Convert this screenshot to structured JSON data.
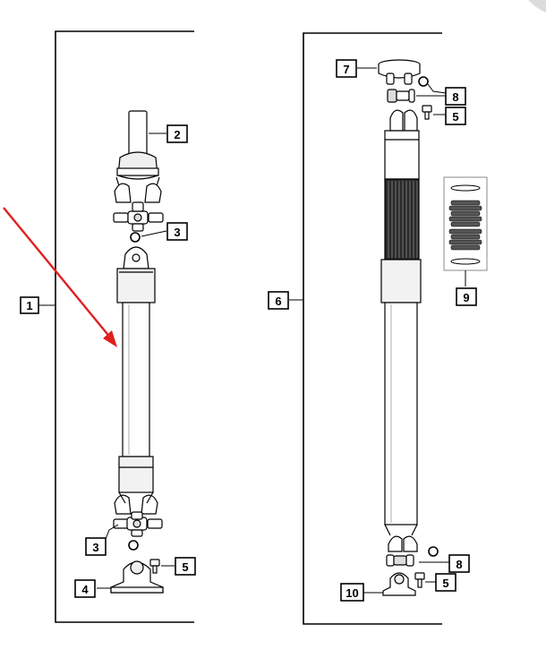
{
  "diagram": {
    "callouts": {
      "c1": "1",
      "c2": "2",
      "c3a": "3",
      "c3b": "3",
      "c4": "4",
      "c5a": "5",
      "c5b": "5",
      "c5c": "5",
      "c6": "6",
      "c7": "7",
      "c8a": "8",
      "c8b": "8",
      "c9": "9",
      "c10": "10"
    },
    "colors": {
      "line": "#000000",
      "part_fill": "#ffffff",
      "part_shade": "#e6e6e6",
      "spline": "#222222",
      "arrow": "#e02020"
    },
    "icons": [
      "drive-shaft-front",
      "drive-shaft-rear",
      "universal-joint",
      "snap-ring",
      "center-bearing",
      "bolt",
      "boot-kit",
      "red-arrow-pointer"
    ]
  }
}
